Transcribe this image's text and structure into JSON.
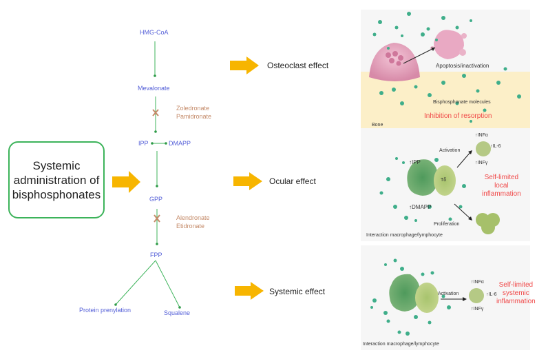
{
  "systemic_box": {
    "line1": "Systemic",
    "line2": "administration of",
    "line3": "bisphosphonates"
  },
  "pathway": {
    "nodes": {
      "hmg_coa": "HMG-CoA",
      "mevalonate": "Mevalonate",
      "ipp": "IPP",
      "dmapp": "DMAPP",
      "gpp": "GPP",
      "fpp": "FPP",
      "protein_prenylation": "Protein prenylation",
      "squalene": "Squalene"
    },
    "inhibitors_1": {
      "line1": "Zoledronate",
      "line2": "Pamidronate"
    },
    "inhibitors_2": {
      "line1": "Alendronate",
      "line2": "Etidronate"
    }
  },
  "effects": {
    "osteoclast": "Osteoclast effect",
    "ocular": "Ocular effect",
    "systemic": "Systemic effect"
  },
  "panel_osteoclast": {
    "apoptosis": "Apoptosis/inactivation",
    "molecules": "Bisphosphonate molecules",
    "inhibition": "Inhibition of resorption",
    "bone": "Bone"
  },
  "panel_ocular": {
    "ipp": "IPP",
    "dmapp": "DMAPP",
    "tcell": "Tδ",
    "activation": "Activation",
    "proliferation": "Proliferation",
    "inf_alpha": "INFα",
    "il6": "IL-6",
    "inf_gamma": "INFγ",
    "outcome_l1": "Self-limited",
    "outcome_l2": "local",
    "outcome_l3": "inflammation",
    "caption": "Interaction macrophage/lymphocyte"
  },
  "panel_systemic": {
    "activation": "Activation",
    "inf_alpha": "INFα",
    "il6": "IL-6",
    "inf_gamma": "INFγ",
    "outcome_l1": "Self-limited",
    "outcome_l2": "systemic",
    "outcome_l3": "inflammation",
    "caption": "Interaction macrophage/lymphocyte"
  },
  "colors": {
    "green_line": "#3cb35a",
    "arrow_yellow": "#f7b500",
    "path_blue": "#5560d8",
    "drug_brown": "#c48a68",
    "red": "#f04848",
    "bone": "#fcefc8",
    "dot": "#3fae8a"
  }
}
